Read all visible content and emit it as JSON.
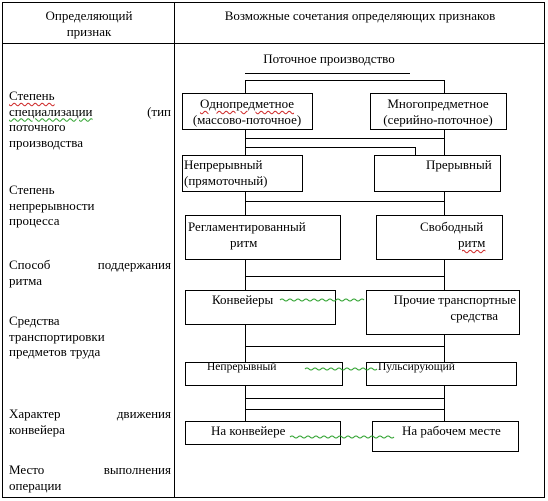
{
  "header": {
    "left_title": [
      "Определяющий",
      "признак"
    ],
    "right_title": "Возможные сочетания определяющих признаков"
  },
  "criteria": [
    {
      "lines": [
        "Степень",
        "специализации",
        "(тип",
        "поточного",
        "производства"
      ]
    },
    {
      "lines": [
        "Степень",
        "непрерывности",
        "процесса"
      ]
    },
    {
      "lines": [
        "Способ",
        "поддержания",
        "ритма"
      ]
    },
    {
      "lines": [
        "Средства",
        "транспортировки",
        "предметов труда"
      ]
    },
    {
      "lines": [
        "Характер",
        "движения",
        "конвейера"
      ]
    },
    {
      "lines": [
        "Место",
        "выполнения",
        "операции"
      ]
    }
  ],
  "diagram": {
    "root": "Поточное производство",
    "specialization": {
      "single": [
        "Однопредметное",
        "(массово-поточное)"
      ],
      "multi": [
        "Многопредметное",
        "(серийно-поточное)"
      ]
    },
    "continuity": {
      "continuous": [
        "Непрерывный",
        "(прямоточный)"
      ],
      "discontinuous": "Прерывный"
    },
    "rhythm": {
      "regulated": [
        "Регламентированный",
        "ритм"
      ],
      "free": [
        "Свободный",
        "ритм"
      ]
    },
    "transport": {
      "conveyors": "Конвейеры",
      "other": [
        "Прочие транспортные",
        "средства"
      ]
    },
    "movement": {
      "continuous": "Непрерывный",
      "pulsing": "Пульсирующий"
    },
    "place": {
      "on_conveyor": "На конвейере",
      "at_workplace": "На рабочем месте"
    }
  }
}
